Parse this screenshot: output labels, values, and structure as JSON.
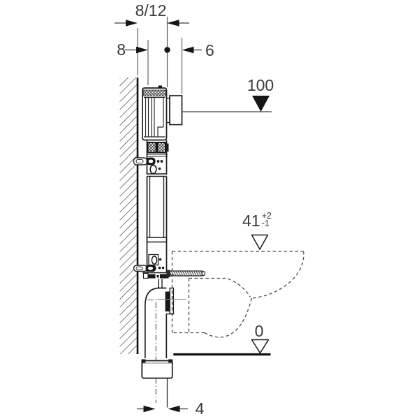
{
  "drawing": {
    "title": "Concealed cistern mounting frame installation diagram",
    "dimensions": {
      "top_width": "8/12",
      "wall_offset": "8",
      "front_offset": "6",
      "actuator_height": "100",
      "bowl_level": "41",
      "bowl_tol_plus": "+2",
      "bowl_tol_minus": "-1",
      "floor_level": "0",
      "outlet_offset": "4"
    },
    "symbols": {
      "filled_level_marker": "solid down triangle",
      "open_level_marker": "outlined down triangle",
      "dimension_arrow": "solid slender arrowhead"
    },
    "colors": {
      "line": "#1a1a1a",
      "dimension": "#3f3f3f",
      "extension": "#5a5a5a",
      "dashed_outline": "#4a4a4a",
      "background": "#ffffff"
    }
  }
}
